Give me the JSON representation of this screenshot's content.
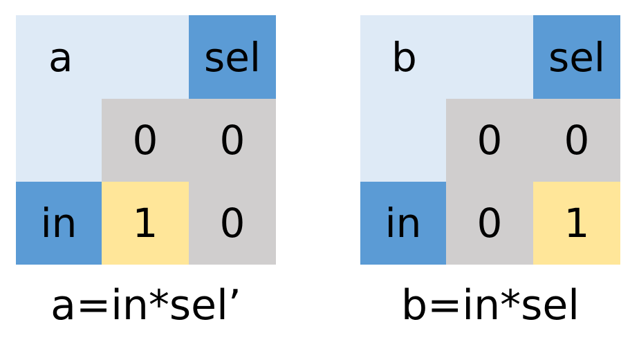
{
  "colors": {
    "corner": "#deeaf6",
    "header": "#5b9bd5",
    "cell": "#d0cece",
    "highlight": "#ffe699"
  },
  "maps": [
    {
      "output_label": "a",
      "col_header": "sel",
      "row_header": "in",
      "cells": [
        [
          "0",
          "0"
        ],
        [
          "1",
          "0"
        ]
      ],
      "highlighted": [
        [
          false,
          false
        ],
        [
          true,
          false
        ]
      ],
      "formula": "a=in*sel’"
    },
    {
      "output_label": "b",
      "col_header": "sel",
      "row_header": "in",
      "cells": [
        [
          "0",
          "0"
        ],
        [
          "0",
          "1"
        ]
      ],
      "highlighted": [
        [
          false,
          false
        ],
        [
          false,
          true
        ]
      ],
      "formula": "b=in*sel"
    }
  ]
}
